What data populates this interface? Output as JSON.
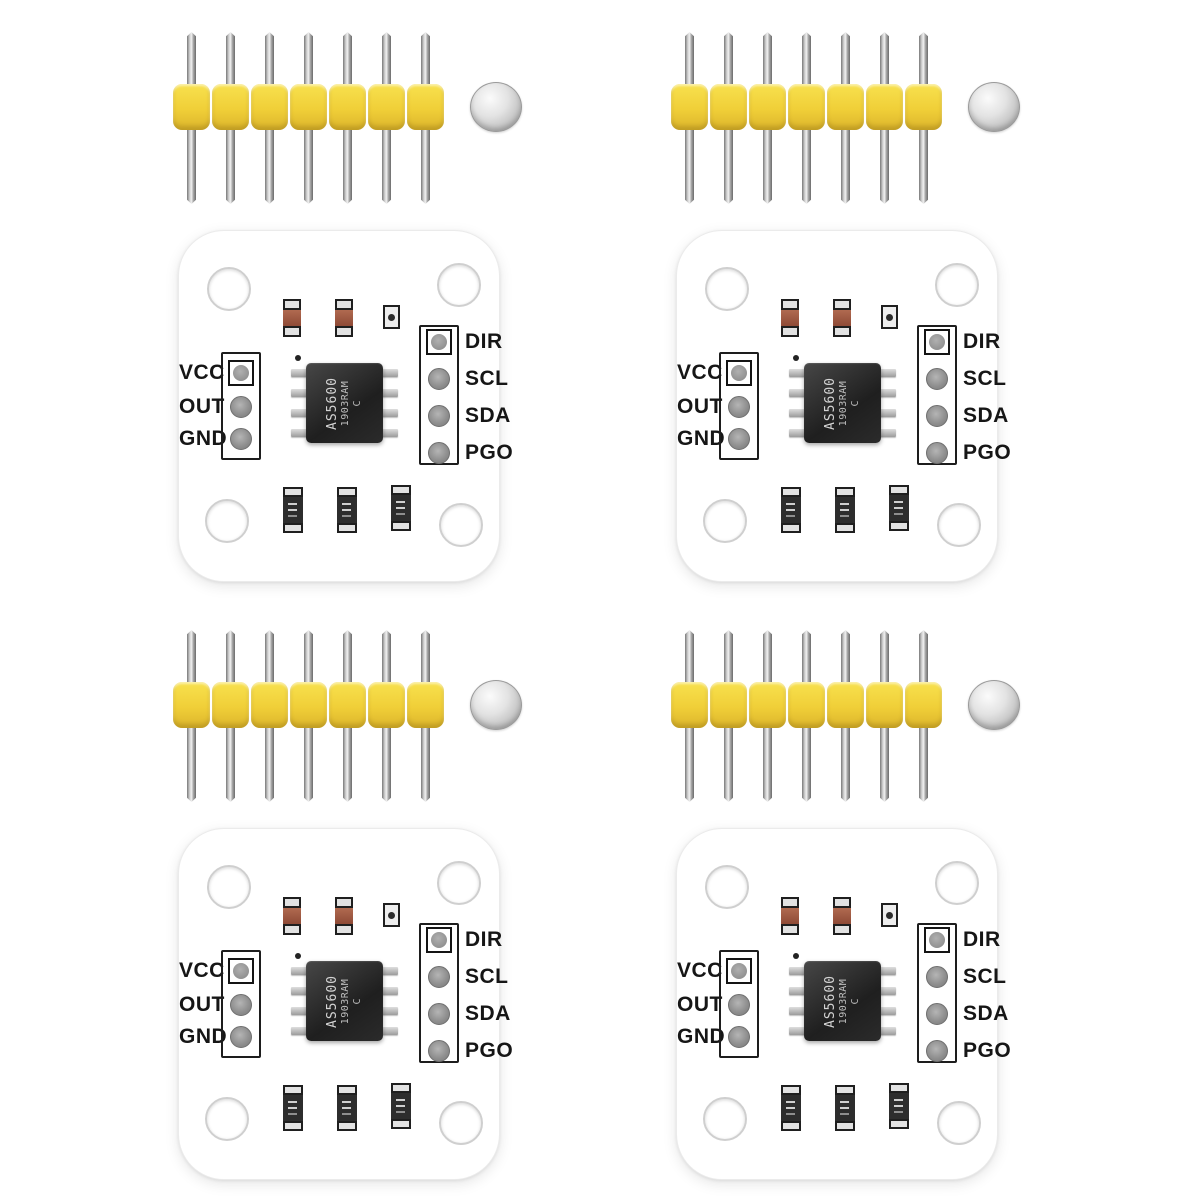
{
  "product": {
    "unit_count": 4
  },
  "pin_header": {
    "pin_count": 7
  },
  "pcb": {
    "left_labels": [
      "VCC",
      "OUT",
      "GND"
    ],
    "right_labels": [
      "DIR",
      "SCL",
      "SDA",
      "PGO"
    ],
    "chip_marking": {
      "line1": "AS5600",
      "line2": "1903RAM",
      "line3": "C"
    }
  },
  "colors": {
    "header_yellow": "#f0cf3a",
    "magnet_silver": "#c9c9c9",
    "chip_black": "#262626",
    "pcb_white": "#ffffff",
    "silkscreen_black": "#1a1a1a"
  }
}
